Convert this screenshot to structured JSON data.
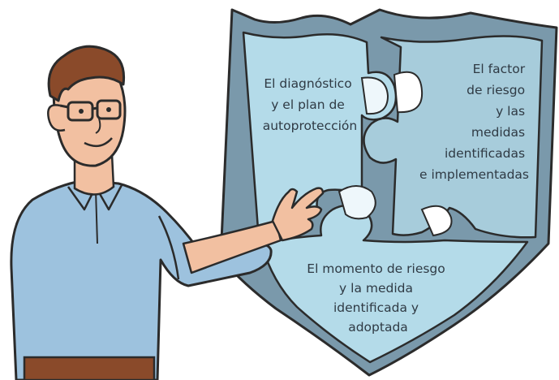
{
  "pieces": {
    "top_left": {
      "lines": [
        "El diagnóstico",
        "y el plan de",
        "autoprotección"
      ]
    },
    "top_right": {
      "lines": [
        "El factor",
        "de riesgo",
        "y las",
        "medidas",
        "identificadas",
        "e implementadas"
      ]
    },
    "bottom": {
      "lines": [
        "El momento de riesgo",
        "y la medida",
        "identificada y",
        "adoptada"
      ]
    }
  },
  "colors": {
    "shield_border": "#7a99ab",
    "shield_dark": "#5a7a8c",
    "piece_light": "#b4dbe9",
    "piece_mid": "#a7ccdb",
    "shirt": "#9dc2de",
    "skin": "#f2c0a1",
    "hair": "#8a4a2a",
    "outline": "#2b2b2b"
  }
}
